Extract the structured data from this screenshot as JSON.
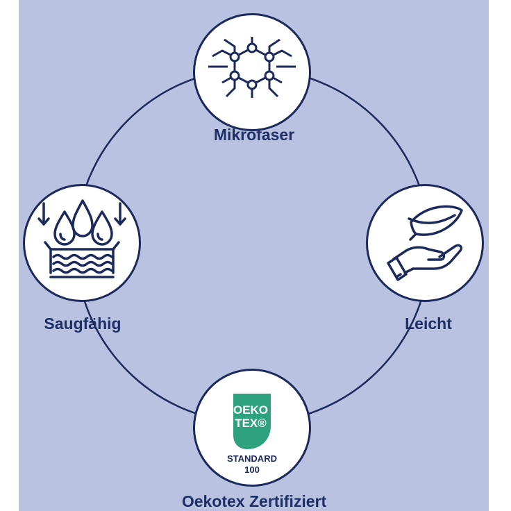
{
  "colors": {
    "background": "#b9c2e1",
    "outline": "#1c2a5b",
    "label": "#1e2f66",
    "oeko_green": "#2ea27c"
  },
  "features": [
    {
      "id": "mikrofaser",
      "label": "Mikrofaser",
      "icon": "hexagon-network-icon"
    },
    {
      "id": "leicht",
      "label": "Leicht",
      "icon": "feather-hand-icon"
    },
    {
      "id": "oekotex",
      "label": "Oekotex Zertifiziert",
      "icon": "oeko-tex-logo"
    },
    {
      "id": "saugfaehig",
      "label": "Saugfähig",
      "icon": "water-drops-absorb-icon"
    }
  ],
  "oeko_logo": {
    "line1": "OEKO",
    "line2": "TEX®",
    "line3": "STANDARD",
    "line4": "100"
  }
}
